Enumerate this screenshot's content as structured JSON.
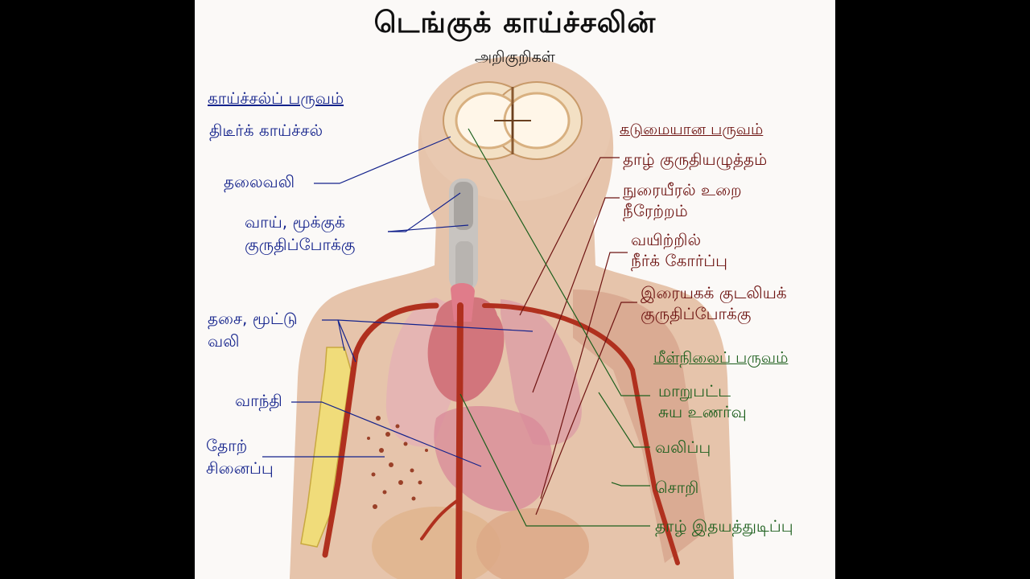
{
  "title": "டெங்குக் காய்ச்சலின்",
  "subtitle": "அறிகுறிகள்",
  "colors": {
    "background": "#fbf9f7",
    "febrile": "#14238c",
    "critical": "#6e1412",
    "recovery": "#1d5f1d",
    "skin": "#e8c8b0",
    "artery": "#b0301e"
  },
  "febrile_phase": {
    "heading": "காய்ச்சல்ப் பருவம்",
    "items": {
      "sudden_fever": "திடீர்க் காய்ச்சல்",
      "headache": "தலைவலி",
      "mouth_nose_bleeding_1": "வாய், மூக்குக்",
      "mouth_nose_bleeding_2": "குருதிப்போக்கு",
      "muscle_joint_pain_1": "தசை, மூட்டு",
      "muscle_joint_pain_2": "வலி",
      "vomiting": "வாந்தி",
      "rash_1": "தோற்",
      "rash_2": "சினைப்பு"
    }
  },
  "critical_phase": {
    "heading": "கடுமையான பருவம்",
    "items": {
      "low_bp": "தாழ் குருதியழுத்தம்",
      "pleural_effusion_1": "நுரையீரல் உறை",
      "pleural_effusion_2": "நீரேற்றம்",
      "ascites_1": "வயிற்றில்",
      "ascites_2": "நீர்க் கோர்ப்பு",
      "gi_bleeding_1": "இரையகக் குடலியக்",
      "gi_bleeding_2": "குருதிப்போக்கு"
    }
  },
  "recovery_phase": {
    "heading": "மீள்நிலைப் பருவம்",
    "items": {
      "altered_consciousness_1": "மாறுபட்ட",
      "altered_consciousness_2": "சுய உணர்வு",
      "seizures": "வலிப்பு",
      "itching": "சொறி",
      "bradycardia": "தாழ் இதயத்துடிப்பு"
    }
  }
}
